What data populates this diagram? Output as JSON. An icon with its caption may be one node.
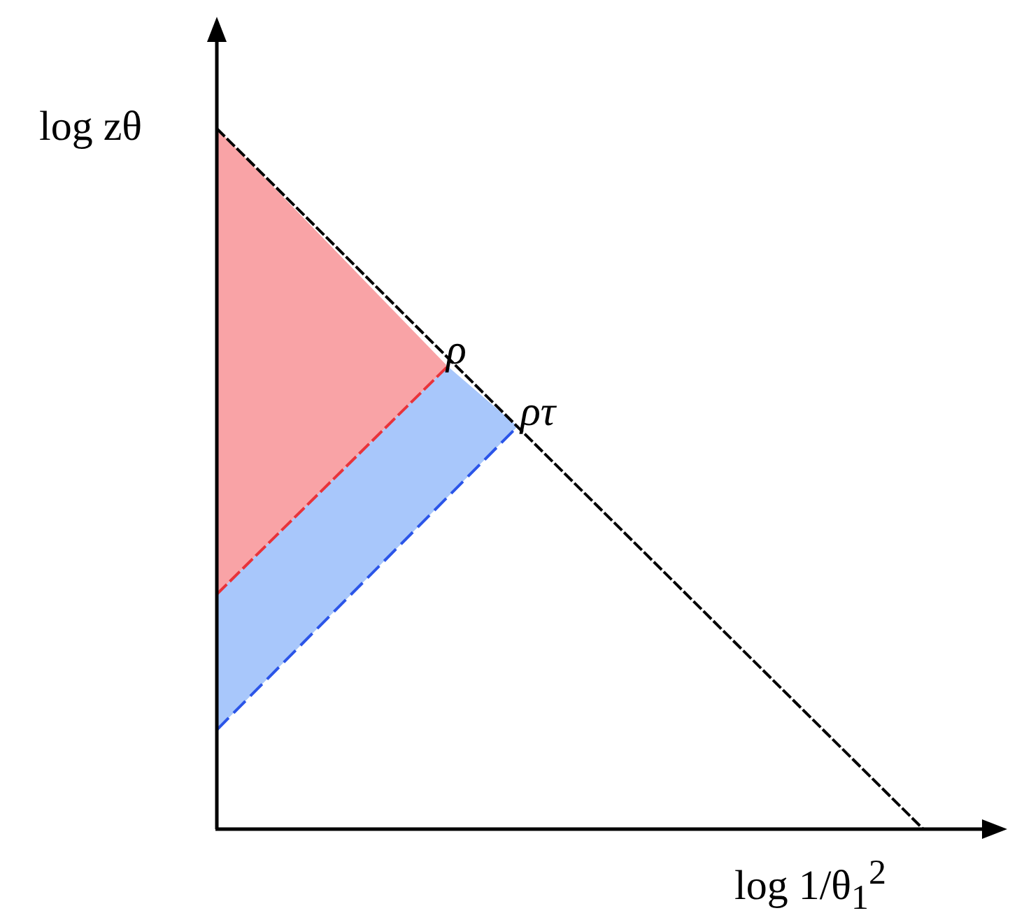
{
  "diagram": {
    "labels": [
      "log zθ",
      "ρ",
      "ρτ",
      "log 1/θ$_{1}$$^{2}$"
    ]
  }
}
